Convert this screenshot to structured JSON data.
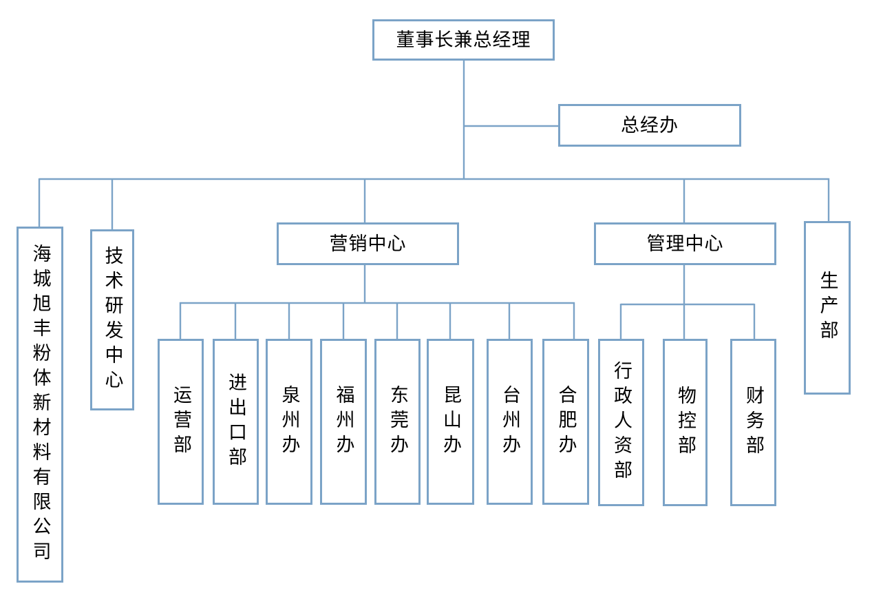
{
  "style": {
    "line_color": "#7ba3c7",
    "text_color": "#000000",
    "background": "#ffffff"
  },
  "nodes": {
    "chairman": {
      "label": "董事长兼总经理"
    },
    "gm_office": {
      "label": "总经办"
    },
    "company": {
      "label": "海城旭丰粉体新材料有限公司"
    },
    "rnd_center": {
      "label": "技术研发中心"
    },
    "marketing_center": {
      "label": "营销中心"
    },
    "mgmt_center": {
      "label": "管理中心"
    },
    "production": {
      "label": "生产部"
    },
    "operations": {
      "label": "运营部"
    },
    "import_export": {
      "label": "进出口部"
    },
    "quanzhou_office": {
      "label": "泉州办"
    },
    "fuzhou_office": {
      "label": "福州办"
    },
    "dongguan_office": {
      "label": "东莞办"
    },
    "kunshan_office": {
      "label": "昆山办"
    },
    "taizhou_office": {
      "label": "台州办"
    },
    "hefei_office": {
      "label": "合肥办"
    },
    "admin_hr": {
      "label": "行政人资部"
    },
    "material_control": {
      "label": "物控部"
    },
    "finance": {
      "label": "财务部"
    }
  },
  "structure": {
    "root": "chairman",
    "children_of_chairman": [
      "gm_office",
      "company",
      "rnd_center",
      "marketing_center",
      "mgmt_center",
      "production"
    ],
    "children_of_marketing_center": [
      "operations",
      "import_export",
      "quanzhou_office",
      "fuzhou_office",
      "dongguan_office",
      "kunshan_office",
      "taizhou_office",
      "hefei_office"
    ],
    "children_of_mgmt_center": [
      "admin_hr",
      "material_control",
      "finance"
    ]
  }
}
